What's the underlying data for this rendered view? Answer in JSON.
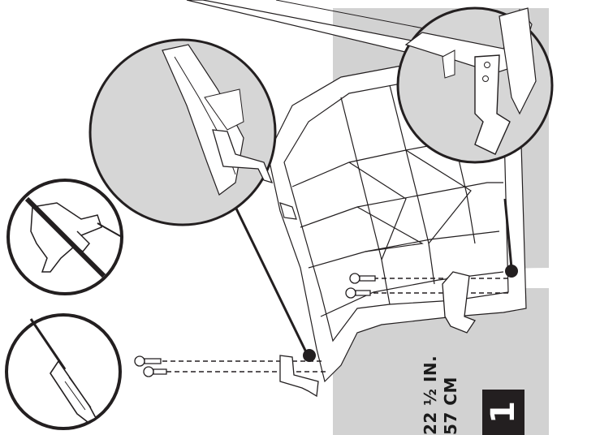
{
  "figure": {
    "dimension_imperial": "22 ½ IN.",
    "dimension_metric": "57 CM",
    "step_number": "1",
    "icons": [
      "no-power-drill-icon",
      "screwdriver-icon"
    ],
    "colors": {
      "backdrop": "#d2d2d2",
      "line": "#231f20",
      "part_fill": "#ffffff",
      "callout_fill": "#d6d6d6",
      "step_badge": "#231f20"
    }
  }
}
